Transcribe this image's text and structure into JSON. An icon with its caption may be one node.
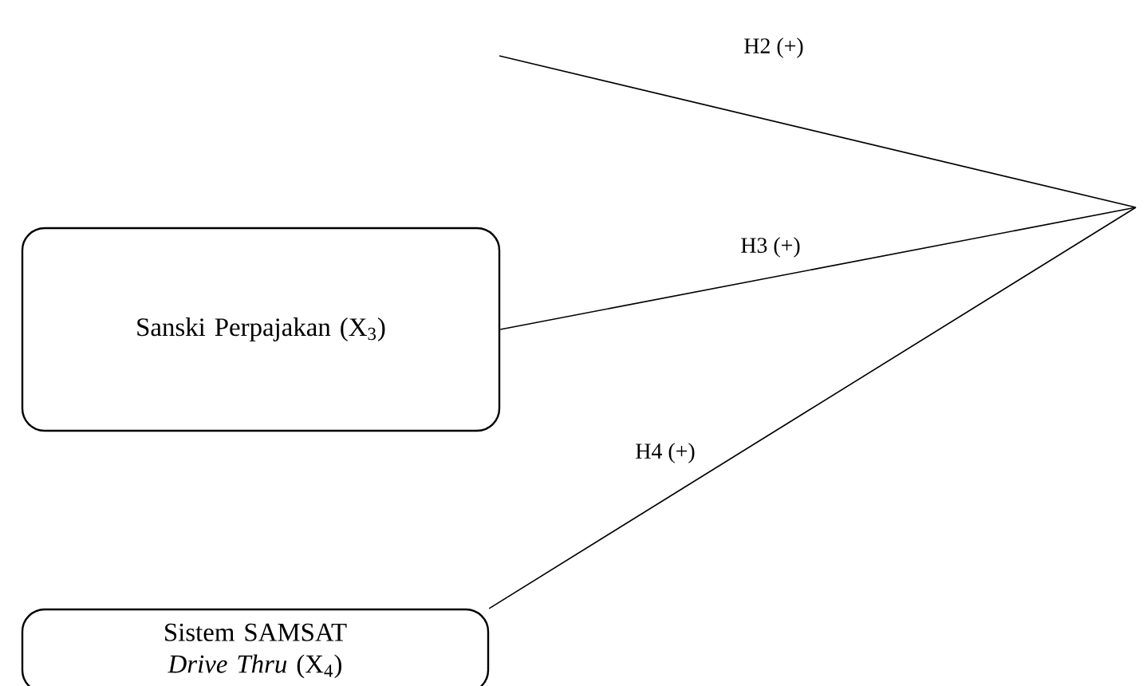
{
  "diagram": {
    "nodes": [
      {
        "text": [
          "Sanski Perpajakan (X$_{3}$)"
        ]
      },
      {
        "text": [
          "Sistem SAMSAT *Drive Thru* (X$_{4}$)"
        ]
      }
    ],
    "edges": [
      {
        "from": 0,
        "to": null,
        "arrow": "none",
        "label": "H3 (+)"
      },
      {
        "from": 1,
        "to": null,
        "arrow": "none",
        "label": "H4 (+)"
      }
    ],
    "labels": [
      "H2 (+)"
    ]
  }
}
